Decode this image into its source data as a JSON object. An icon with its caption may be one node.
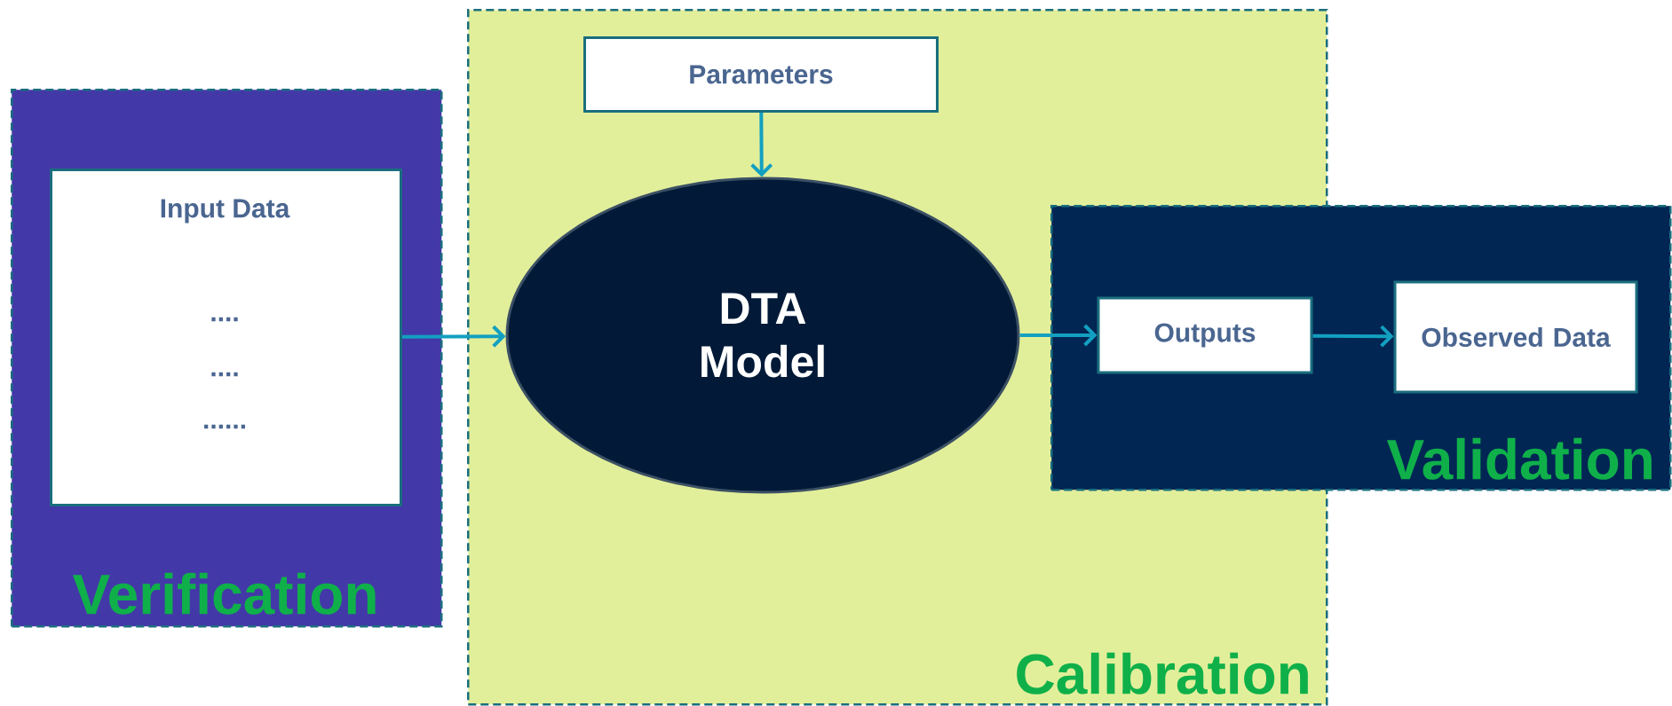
{
  "diagram": {
    "nodes": [
      {
        "text": [
          "Verification"
        ]
      },
      {
        "text": [
          "Input Data",
          "....",
          "....",
          "......"
        ],
        "in": 0
      },
      {
        "text": [
          "Calibration"
        ]
      },
      {
        "text": [
          "Parameters"
        ],
        "in": 2
      },
      {
        "text": [
          "DTA Model"
        ],
        "in": 2
      },
      {
        "text": [
          "Validation"
        ]
      },
      {
        "text": [
          "Outputs"
        ]
      },
      {
        "text": [
          "Observed Data"
        ],
        "in": 5
      }
    ],
    "edges": [
      {
        "from": 1,
        "to": 4,
        "arrow": "to"
      },
      {
        "from": 3,
        "to": 4,
        "arrow": "to"
      },
      {
        "from": 4,
        "to": 6,
        "arrow": "to"
      },
      {
        "from": 6,
        "to": 7,
        "arrow": "to"
      }
    ]
  }
}
